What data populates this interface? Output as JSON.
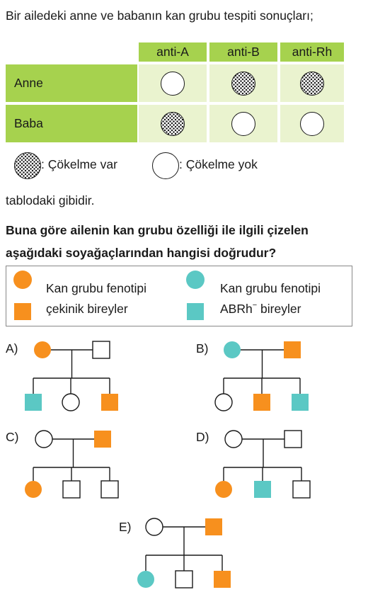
{
  "intro_text": "Bir ailedeki anne ve babanın kan grubu tespiti sonuçları;",
  "table": {
    "columns": [
      "anti-A",
      "anti-B",
      "anti-Rh"
    ],
    "rows": [
      {
        "label": "Anne",
        "results": [
          "clear",
          "agglutinated",
          "agglutinated"
        ]
      },
      {
        "label": "Baba",
        "results": [
          "agglutinated",
          "clear",
          "clear"
        ]
      }
    ],
    "colors": {
      "header": "#a6d24e",
      "cell": "#eaf3cf"
    }
  },
  "legend": {
    "agglutination": ": Çökelme var",
    "no_agglutination": ": Çökelme yok"
  },
  "outro_text": "tablodaki gibidir.",
  "question": {
    "line1": "Buna göre ailenin kan grubu özelliği ile ilgili çizelen",
    "line2": "aşağıdaki soyağaçlarından hangisi doğrudur?"
  },
  "key": {
    "orange_line1": "Kan grubu fenotipi",
    "orange_line2": "çekinik bireyler",
    "teal_line1": "Kan grubu fenotipi",
    "teal_line2_main": "ABRh",
    "teal_line2_sup": "−",
    "teal_line2_rest": " bireyler",
    "colors": {
      "orange": "#f7901e",
      "teal": "#5bc8c4"
    }
  },
  "options": [
    {
      "label": "A)",
      "mother": "orange",
      "father": "white",
      "children": [
        {
          "shape": "square",
          "fill": "teal"
        },
        {
          "shape": "circle",
          "fill": "white"
        },
        {
          "shape": "square",
          "fill": "orange"
        }
      ]
    },
    {
      "label": "B)",
      "mother": "teal",
      "father": "orange",
      "children": [
        {
          "shape": "circle",
          "fill": "white"
        },
        {
          "shape": "square",
          "fill": "orange"
        },
        {
          "shape": "square",
          "fill": "teal"
        }
      ]
    },
    {
      "label": "C)",
      "mother": "white",
      "father": "orange",
      "children": [
        {
          "shape": "circle",
          "fill": "orange"
        },
        {
          "shape": "square",
          "fill": "white"
        },
        {
          "shape": "square",
          "fill": "white"
        }
      ]
    },
    {
      "label": "D)",
      "mother": "white",
      "father": "white",
      "children": [
        {
          "shape": "circle",
          "fill": "orange"
        },
        {
          "shape": "square",
          "fill": "teal"
        },
        {
          "shape": "square",
          "fill": "white"
        }
      ]
    },
    {
      "label": "E)",
      "mother": "white",
      "father": "orange",
      "children": [
        {
          "shape": "circle",
          "fill": "teal"
        },
        {
          "shape": "square",
          "fill": "white"
        },
        {
          "shape": "square",
          "fill": "orange"
        }
      ]
    }
  ]
}
